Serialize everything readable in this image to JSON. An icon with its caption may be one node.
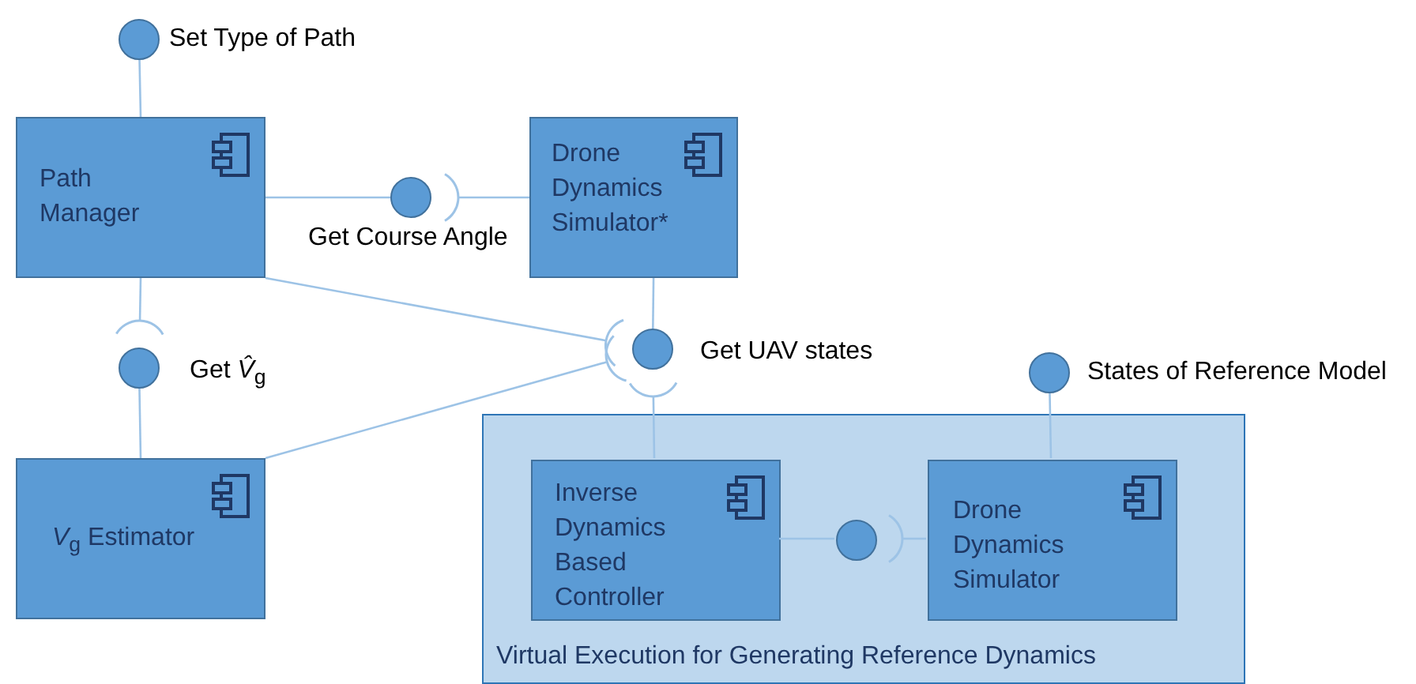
{
  "diagram": {
    "nodes": [
      {
        "text": [],
        "shape": "circle",
        "beside": [
          "Set Type of Path"
        ]
      },
      {
        "text": [
          "Path Manager"
        ]
      },
      {
        "text": [],
        "shape": "circle",
        "beside": [
          "Get Course Angle"
        ]
      },
      {
        "text": [
          "Drone Dynamics Simulator*"
        ]
      },
      {
        "text": [],
        "shape": "circle",
        "beside": [
          "Get *V̂*$_{g}$"
        ]
      },
      {
        "text": [],
        "shape": "circle",
        "beside": [
          "Get UAV states"
        ]
      },
      {
        "text": [],
        "shape": "circle",
        "beside": [
          "States of Reference Model"
        ]
      },
      {
        "text": [
          "*V*$_{g}$ Estimator"
        ]
      },
      {
        "text": [
          "Virtual Execution for Generating Reference Dynamics"
        ]
      },
      {
        "text": [
          "Inverse Dynamics Based Controller"
        ],
        "in": 8
      },
      {
        "text": [],
        "shape": "circle",
        "in": 8
      },
      {
        "text": [
          "Drone Dynamics Simulator"
        ],
        "in": 8
      }
    ],
    "edges": [
      {
        "from": 1,
        "to": 0,
        "arrow": "none"
      },
      {
        "from": 1,
        "to": 2,
        "arrow": "none"
      },
      {
        "from": 3,
        "to": 2,
        "arrow": "other"
      },
      {
        "from": 1,
        "to": 4,
        "arrow": "other"
      },
      {
        "from": 7,
        "to": 4,
        "arrow": "none"
      },
      {
        "from": 3,
        "to": 5,
        "arrow": "none"
      },
      {
        "from": 1,
        "to": 5,
        "arrow": "other"
      },
      {
        "from": 7,
        "to": 5,
        "arrow": "other"
      },
      {
        "from": 9,
        "to": 5,
        "arrow": "other"
      },
      {
        "from": 11,
        "to": 6,
        "arrow": "none"
      },
      {
        "from": 9,
        "to": 10,
        "arrow": "none"
      },
      {
        "from": 11,
        "to": 10,
        "arrow": "other"
      }
    ]
  }
}
